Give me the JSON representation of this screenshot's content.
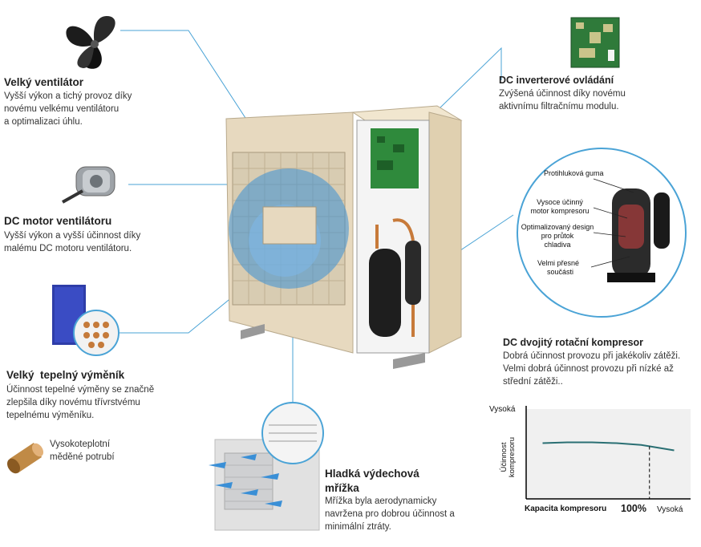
{
  "fan": {
    "title": "Velký ventilátor",
    "desc": [
      "Vyšší výkon a tichý provoz díky",
      "novému velkému ventilátoru",
      "a optimalizaci úhlu."
    ]
  },
  "motor": {
    "title": "DC motor ventilátoru",
    "desc": [
      "Vyšší výkon a vyšší účinnost díky",
      "malému DC motoru ventilátoru."
    ]
  },
  "exchanger": {
    "title": "Velký  tepelný výměník",
    "desc": [
      "Účinnost tepelné výměny se značně",
      "zlepšila díky novému třívrstvému",
      "tepelnému výměníku."
    ]
  },
  "copper": {
    "desc": [
      "Vysokoteplotní",
      "měděné potrubí"
    ]
  },
  "grille": {
    "title": [
      "Hladká výdechová",
      "mřížka"
    ],
    "desc": [
      "Mřížka byla aerodynamicky",
      "navržena pro dobrou účinnost a",
      "minimální ztráty."
    ]
  },
  "inverter": {
    "title": "DC inverterové ovládání",
    "desc": [
      "Zvýšená účinnost díky novému",
      "aktivnímu filtračnímu modulu."
    ]
  },
  "compressor_callouts": {
    "c1": "Protihluková guma",
    "c2": [
      "Vysoce účinný",
      "motor kompresoru"
    ],
    "c3": [
      "Optimalizovaný design",
      "pro průtok",
      "chladiva"
    ],
    "c4": [
      "Velmi přesné",
      "součásti"
    ]
  },
  "rotary": {
    "title": "DC dvojitý rotační kompresor",
    "desc": [
      "Dobrá účinnost provozu při jakékoliv zátěži.",
      "Velmi dobrá účinnost provozu při nízké až",
      "střední zátěži.."
    ]
  },
  "colors": {
    "leader": "#4aa3d6",
    "unit_body": "#e7d9bf",
    "fan_blue": "#3a8fd6",
    "curve": "#2a6f73"
  },
  "chart_data": {
    "type": "line",
    "ylabel": [
      "Účinnost",
      "kompresoru"
    ],
    "y_top_label": "Vysoká",
    "xlabel": "Kapacita kompresoru",
    "x_marker_label": "100%",
    "x_right_label": "Vysoká",
    "series": [
      {
        "values": [
          0.62,
          0.63,
          0.63,
          0.62,
          0.6,
          0.57,
          0.54
        ]
      }
    ],
    "x": [
      0.1,
      0.25,
      0.4,
      0.55,
      0.7,
      0.8,
      0.9
    ],
    "marker_x": 0.75,
    "xlim": [
      0,
      1
    ],
    "ylim": [
      0,
      1
    ]
  }
}
